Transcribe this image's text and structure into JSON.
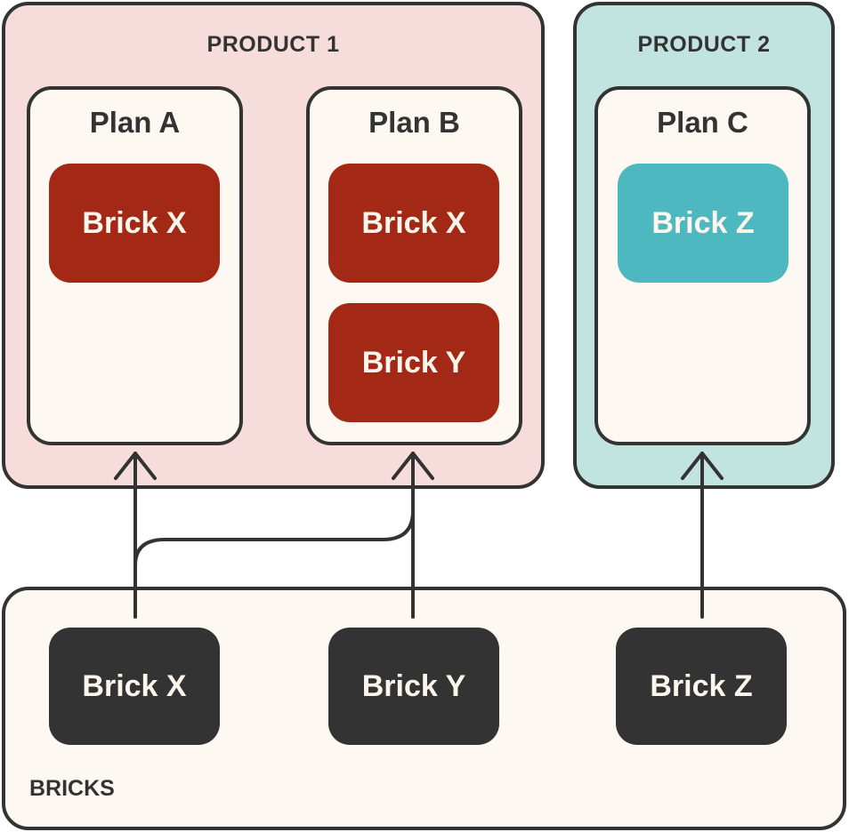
{
  "products": [
    {
      "title": "PRODUCT 1",
      "color": "#f6dcda",
      "plans": [
        {
          "title": "Plan A",
          "bricks": [
            "Brick X"
          ]
        },
        {
          "title": "Plan B",
          "bricks": [
            "Brick X",
            "Brick Y"
          ]
        }
      ]
    },
    {
      "title": "PRODUCT 2",
      "color": "#c2e4e1",
      "plans": [
        {
          "title": "Plan C",
          "bricks": [
            "Brick Z"
          ]
        }
      ]
    }
  ],
  "bricks_pool": {
    "label": "BRICKS",
    "items": [
      "Brick X",
      "Brick Y",
      "Brick Z"
    ]
  },
  "connections": [
    {
      "from": "Brick X",
      "to": "Plan A"
    },
    {
      "from": "Brick X",
      "to": "Plan B"
    },
    {
      "from": "Brick Y",
      "to": "Plan B"
    },
    {
      "from": "Brick Z",
      "to": "Plan C"
    }
  ],
  "colors": {
    "outline": "#333333",
    "product1_brick": "#a32816",
    "product2_brick": "#4eb8c1",
    "pool_brick": "#333333",
    "plan_fill": "#fdf8f1"
  }
}
